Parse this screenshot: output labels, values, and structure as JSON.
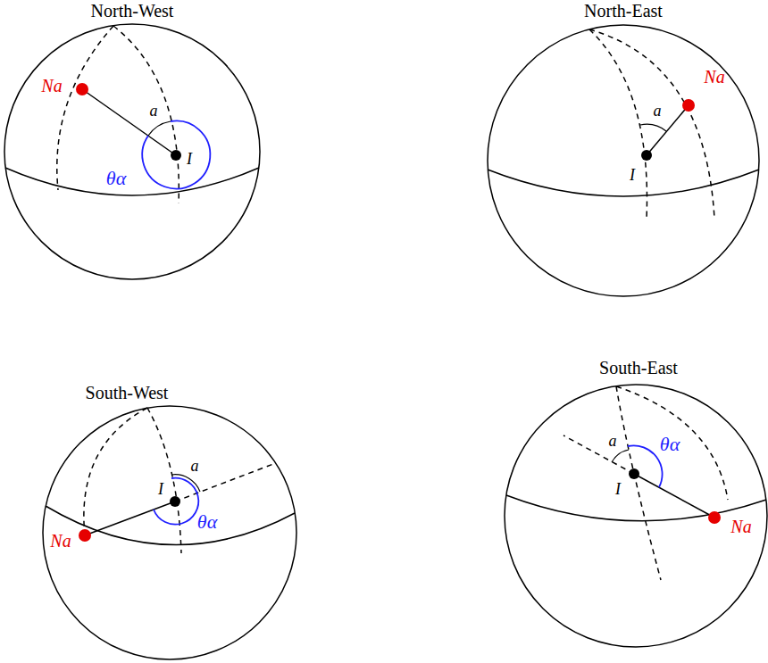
{
  "diagram": {
    "nodes": [
      {
        "text": [
          "North-West",
          "Na",
          "a",
          "θα",
          "I"
        ]
      },
      {
        "text": [
          "North-East",
          "a",
          "Na",
          "I"
        ]
      },
      {
        "text": [
          "South-West",
          "a",
          "I",
          "Na",
          "θα"
        ]
      },
      {
        "text": [
          "South-East",
          "a",
          "θα",
          "I",
          "Na"
        ]
      }
    ]
  }
}
